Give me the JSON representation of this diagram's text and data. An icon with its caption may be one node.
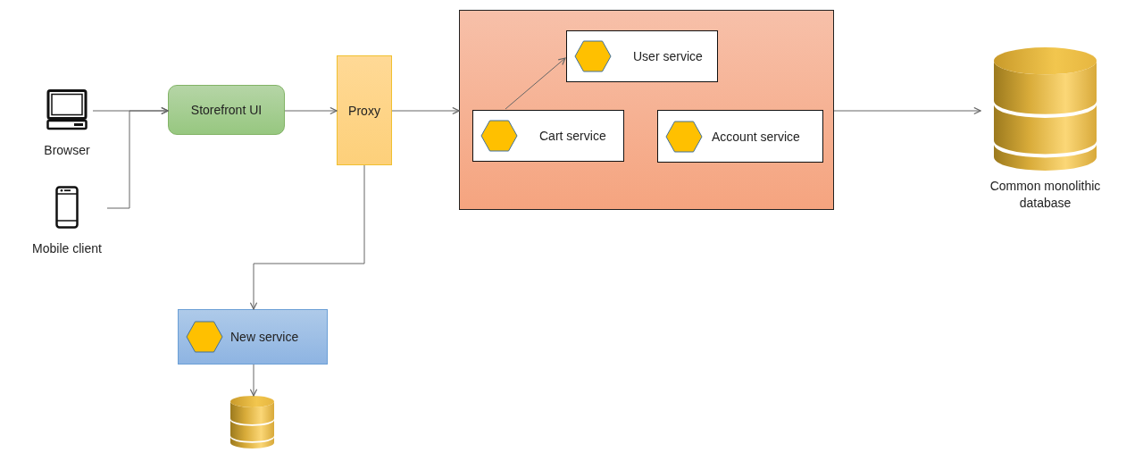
{
  "diagram": {
    "nodes": [
      {
        "text": [
          "Browser"
        ]
      },
      {
        "text": [
          "Mobile client"
        ]
      },
      {
        "text": [
          "Storefront UI"
        ]
      },
      {
        "text": [
          "Proxy"
        ]
      },
      {
        "text": [],
        "shape": "box"
      },
      {
        "text": [
          "User service"
        ],
        "in": 4
      },
      {
        "text": [
          "Cart service"
        ],
        "in": 4
      },
      {
        "text": [
          "Account service"
        ],
        "in": 4
      },
      {
        "text": [
          "Common monolithic database"
        ]
      },
      {
        "text": [
          "New service"
        ]
      },
      {
        "text": [],
        "shape": "cylinder"
      }
    ],
    "edges": [
      {
        "from": 0,
        "to": 2,
        "arrow": "to"
      },
      {
        "from": 1,
        "to": 2,
        "arrow": "to"
      },
      {
        "from": 2,
        "to": 3,
        "arrow": "to"
      },
      {
        "from": 3,
        "to": 4,
        "arrow": "to"
      },
      {
        "from": 6,
        "to": 5,
        "arrow": "to"
      },
      {
        "from": 4,
        "to": 8,
        "arrow": "to"
      },
      {
        "from": 3,
        "to": 9,
        "arrow": "to"
      },
      {
        "from": 9,
        "to": 10,
        "arrow": "to"
      }
    ]
  }
}
